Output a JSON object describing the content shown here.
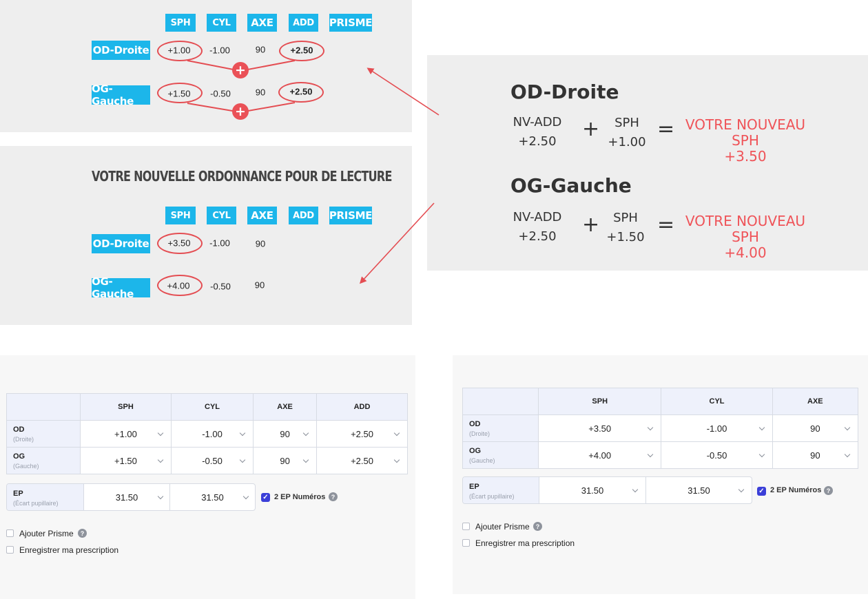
{
  "headers": [
    "SPH",
    "CYL",
    "AXE",
    "ADD",
    "PRISME"
  ],
  "current": {
    "od_label": "OD-Droite",
    "og_label": "OG-Gauche",
    "od": [
      "+1.00",
      "-1.00",
      "90",
      "+2.50"
    ],
    "og": [
      "+1.50",
      "-0.50",
      "90",
      "+2.50"
    ],
    "plus_symbol": "+"
  },
  "reading": {
    "heading": "VOTRE NOUVELLE ORDONNANCE POUR DE LECTURE",
    "od": [
      "+3.50",
      "-1.00",
      "90"
    ],
    "og": [
      "+4.00",
      "-0.50",
      "90"
    ]
  },
  "formula": {
    "od_title": "OD-Droite",
    "og_title": "OG-Gauche",
    "nvadd_label": "NV-ADD",
    "sph_label": "SPH",
    "plus": "+",
    "equals": "=",
    "result_label": "VOTRE NOUVEAU SPH",
    "od_nvadd": "+2.50",
    "od_sph": "+1.00",
    "od_result": "+3.50",
    "og_nvadd": "+2.50",
    "og_sph": "+1.50",
    "og_result": "+4.00"
  },
  "form_left": {
    "columns": [
      "SPH",
      "CYL",
      "AXE",
      "ADD"
    ],
    "rows": [
      {
        "label": "OD",
        "sub": "(Droite)",
        "values": [
          "+1.00",
          "-1.00",
          "90",
          "+2.50"
        ]
      },
      {
        "label": "OG",
        "sub": "(Gauche)",
        "values": [
          "+1.50",
          "-0.50",
          "90",
          "+2.50"
        ]
      }
    ],
    "ep_label": "EP",
    "ep_sub": "(Écart pupillaire)",
    "ep_values": [
      "31.50",
      "31.50"
    ],
    "ep_two_label": "2 EP Numéros",
    "ajouter_prisme": "Ajouter Prisme",
    "enregistrer": "Enregistrer ma prescription"
  },
  "form_right": {
    "columns": [
      "SPH",
      "CYL",
      "AXE"
    ],
    "rows": [
      {
        "label": "OD",
        "sub": "(Droite)",
        "values": [
          "+3.50",
          "-1.00",
          "90"
        ]
      },
      {
        "label": "OG",
        "sub": "(Gauche)",
        "values": [
          "+4.00",
          "-0.50",
          "90"
        ]
      }
    ],
    "ep_label": "EP",
    "ep_sub": "(Écart pupillaire)",
    "ep_values": [
      "31.50",
      "31.50"
    ],
    "ep_two_label": "2 EP Numéros",
    "ajouter_prisme": "Ajouter Prisme",
    "enregistrer": "Enregistrer ma prescription"
  },
  "icons": {
    "check": "check-icon",
    "help": "help-icon",
    "chevron": "chevron-down-icon",
    "plus": "plus-circle-icon"
  },
  "colors": {
    "tag_blue": "#1cb6ea",
    "accent_red": "#e44d52",
    "panel_grey": "#eeeeee",
    "checkbox_blue": "#3b3fd8"
  }
}
